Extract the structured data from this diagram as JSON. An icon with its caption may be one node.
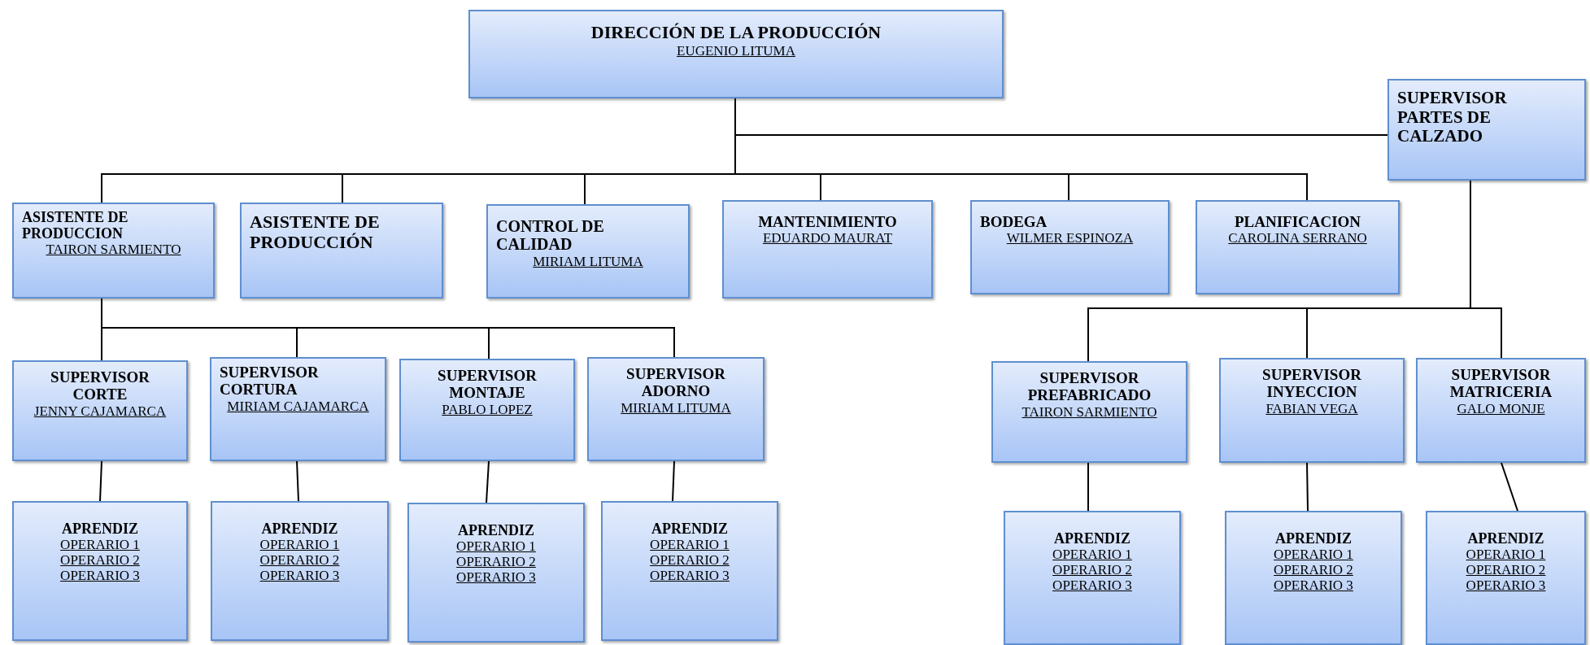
{
  "diagram": {
    "nodes": [
      {
        "text": [
          "DIRECCIÓN DE LA PRODUCCIÓN",
          "EUGENIO LITUMA"
        ]
      },
      {
        "text": [
          "SUPERVISOR PARTES DE CALZADO"
        ]
      },
      {
        "text": [
          "ASISTENTE DE PRODUCCION",
          "TAIRON SARMIENTO"
        ]
      },
      {
        "text": [
          "ASISTENTE DE PRODUCCIÓN"
        ]
      },
      {
        "text": [
          "CONTROL DE CALIDAD",
          "MIRIAM LITUMA"
        ]
      },
      {
        "text": [
          "MANTENIMIENTO",
          "EDUARDO MAURAT"
        ]
      },
      {
        "text": [
          "BODEGA",
          "WILMER ESPINOZA"
        ]
      },
      {
        "text": [
          "PLANIFICACION",
          "CAROLINA SERRANO"
        ]
      },
      {
        "text": [
          "SUPERVISOR CORTE",
          "JENNY CAJAMARCA"
        ]
      },
      {
        "text": [
          "SUPERVISOR CORTURA",
          "MIRIAM CAJAMARCA"
        ]
      },
      {
        "text": [
          "SUPERVISOR MONTAJE",
          "PABLO LOPEZ"
        ]
      },
      {
        "text": [
          "SUPERVISOR ADORNO",
          "MIRIAM LITUMA"
        ]
      },
      {
        "text": [
          "SUPERVISOR PREFABRICADO",
          "TAIRON SARMIENTO"
        ]
      },
      {
        "text": [
          "SUPERVISOR INYECCION",
          "FABIAN VEGA"
        ]
      },
      {
        "text": [
          "SUPERVISOR MATRICERIA",
          "GALO MONJE"
        ]
      },
      {
        "text": [
          "APRENDIZ",
          "OPERARIO 1",
          "OPERARIO 2",
          "OPERARIO 3"
        ]
      },
      {
        "text": [
          "APRENDIZ",
          "OPERARIO 1",
          "OPERARIO 2",
          "OPERARIO 3"
        ]
      },
      {
        "text": [
          "APRENDIZ",
          "OPERARIO 1",
          "OPERARIO 2",
          "OPERARIO 3"
        ]
      },
      {
        "text": [
          "APRENDIZ",
          "OPERARIO 1",
          "OPERARIO 2",
          "OPERARIO 3"
        ]
      },
      {
        "text": [
          "APRENDIZ",
          "OPERARIO 1",
          "OPERARIO 2",
          "OPERARIO 3"
        ]
      },
      {
        "text": [
          "APRENDIZ",
          "OPERARIO 1",
          "OPERARIO 2",
          "OPERARIO 3"
        ]
      },
      {
        "text": [
          "APRENDIZ",
          "OPERARIO 1",
          "OPERARIO 2",
          "OPERARIO 3"
        ]
      }
    ],
    "edges": [
      {
        "from": 0,
        "to": 1,
        "arrow": "none"
      },
      {
        "from": 0,
        "to": 2,
        "arrow": "none"
      },
      {
        "from": 0,
        "to": 3,
        "arrow": "none"
      },
      {
        "from": 0,
        "to": 4,
        "arrow": "none"
      },
      {
        "from": 0,
        "to": 5,
        "arrow": "none"
      },
      {
        "from": 0,
        "to": 6,
        "arrow": "none"
      },
      {
        "from": 0,
        "to": 7,
        "arrow": "none"
      },
      {
        "from": 2,
        "to": 8,
        "arrow": "none"
      },
      {
        "from": 2,
        "to": 9,
        "arrow": "none"
      },
      {
        "from": 2,
        "to": 10,
        "arrow": "none"
      },
      {
        "from": 2,
        "to": 11,
        "arrow": "none"
      },
      {
        "from": 1,
        "to": 12,
        "arrow": "none"
      },
      {
        "from": 1,
        "to": 13,
        "arrow": "none"
      },
      {
        "from": 1,
        "to": 14,
        "arrow": "none"
      },
      {
        "from": 8,
        "to": 15,
        "arrow": "none"
      },
      {
        "from": 9,
        "to": 16,
        "arrow": "none"
      },
      {
        "from": 10,
        "to": 17,
        "arrow": "none"
      },
      {
        "from": 11,
        "to": 18,
        "arrow": "none"
      },
      {
        "from": 12,
        "to": 19,
        "arrow": "none"
      },
      {
        "from": 13,
        "to": 20,
        "arrow": "none"
      },
      {
        "from": 14,
        "to": 21,
        "arrow": "none"
      }
    ]
  }
}
